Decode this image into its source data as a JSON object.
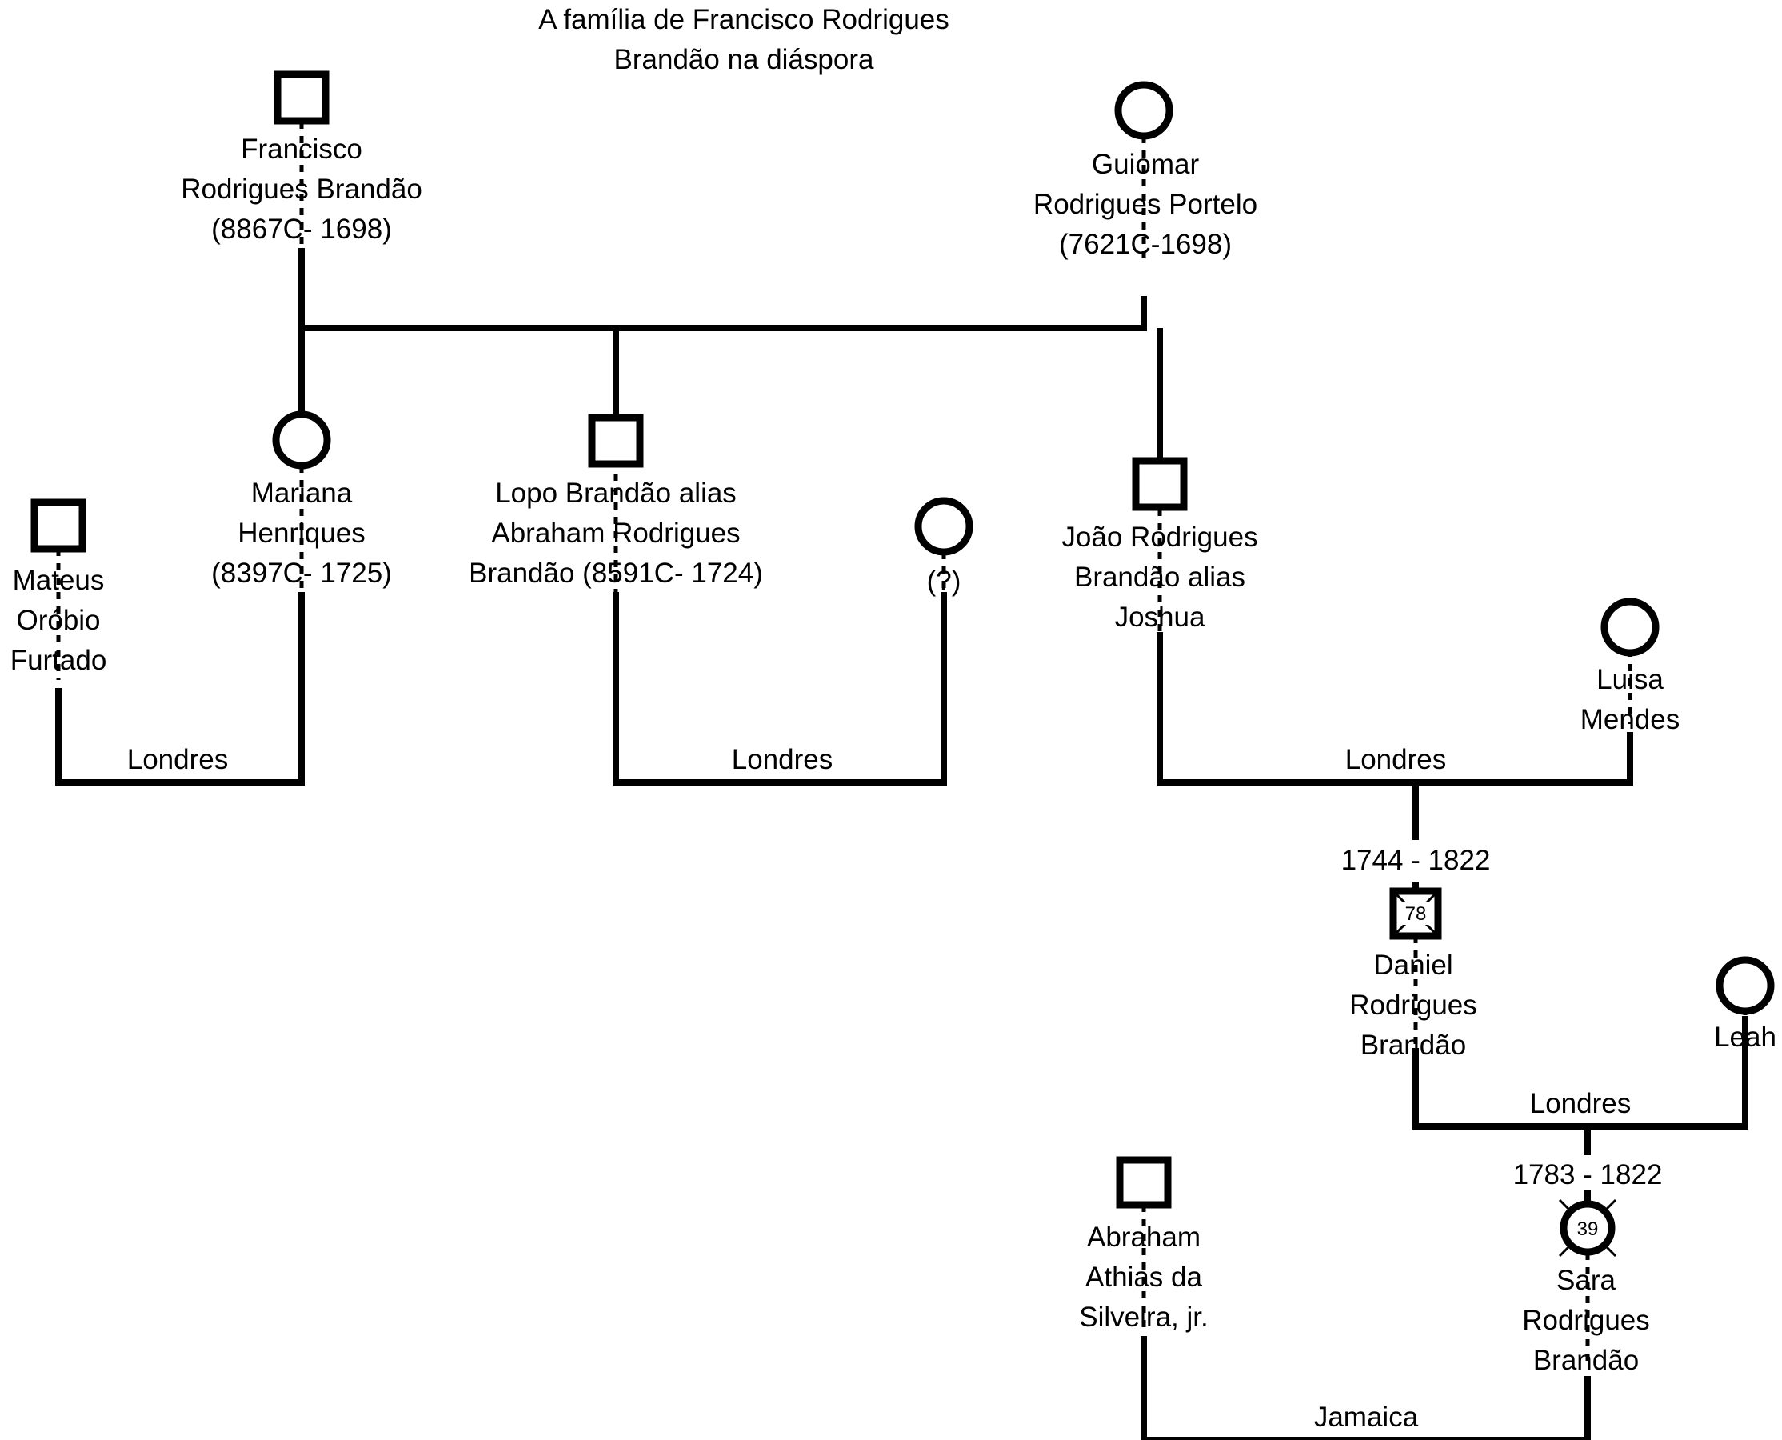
{
  "title": [
    "A família de Francisco Rodrigues",
    "Brandão na diáspora"
  ],
  "people": {
    "francisco": {
      "sex": "male",
      "lines": [
        "Francisco",
        "Rodrigues Brandão",
        "(8867C- 1698)"
      ]
    },
    "guiomar": {
      "sex": "female",
      "lines": [
        "Guiomar",
        "Rodrigues Portelo",
        "(7621C-1698)"
      ]
    },
    "mateus": {
      "sex": "male",
      "lines": [
        "Mateus",
        "Oróbio",
        "Furtado"
      ]
    },
    "mariana": {
      "sex": "female",
      "lines": [
        "Mariana",
        "Henriques",
        "(8397C- 1725)"
      ]
    },
    "lopo": {
      "sex": "male",
      "lines": [
        "Lopo Brandão  alias",
        "Abraham Rodrigues",
        "Brandão (8591C- 1724)"
      ]
    },
    "unknown": {
      "sex": "female",
      "lines": [
        "(?)"
      ]
    },
    "joao": {
      "sex": "male",
      "lines": [
        "João Rodrigues",
        "Brandão alias",
        "Joshua"
      ]
    },
    "luisa": {
      "sex": "female",
      "lines": [
        "Luisa",
        "Mendes"
      ]
    },
    "daniel": {
      "sex": "male",
      "deceased": true,
      "age": "78",
      "dates": "1744 - 1822",
      "lines": [
        "Daniel",
        "Rodrigues",
        "Brandão"
      ]
    },
    "leah": {
      "sex": "female",
      "lines": [
        "Leah"
      ]
    },
    "abraham": {
      "sex": "male",
      "lines": [
        "Abraham",
        "Athias  da",
        "Silveira, jr."
      ]
    },
    "sara": {
      "sex": "female",
      "deceased": true,
      "age": "39",
      "dates": "1783 - 1822",
      "lines": [
        "Sara",
        "Rodrigues",
        "Brandão"
      ]
    }
  },
  "unions": {
    "mateus_mariana": "Londres",
    "lopo_unknown": "Londres",
    "joao_luisa": "Londres",
    "daniel_leah": "Londres",
    "abraham_sara": "Jamaica"
  }
}
